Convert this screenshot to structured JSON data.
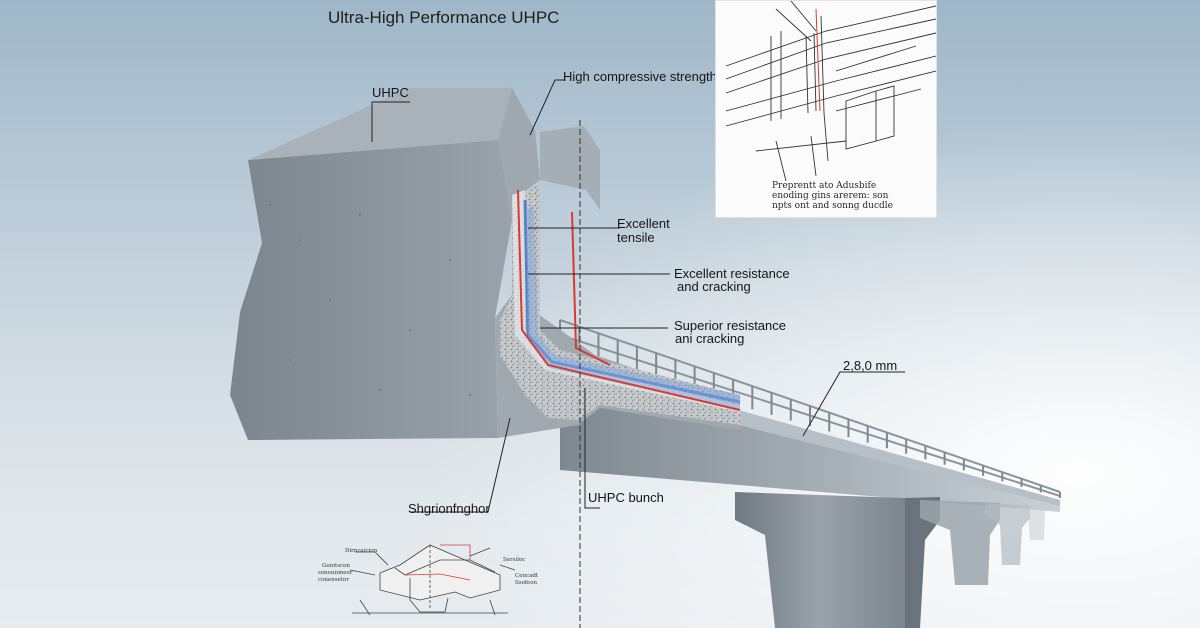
{
  "title": "Ultra-High Performance UHPC",
  "labels": {
    "uhpc": "UHPC",
    "compressive": "High compressive strength",
    "tensile_1": "Excellent",
    "tensile_2": "tensile",
    "resistance_cracking_1": "Excellent resistance",
    "resistance_cracking_2": "and cracking",
    "superior_1": "Superior resistance",
    "superior_2": "ani cracking",
    "dimension": "2,8,0 mm",
    "bunch": "UHPC bunch",
    "strengthening": "Shgrionfnghor"
  },
  "inset": {
    "caption_1": "Preprentt ato Adusbife",
    "caption_2": "enoding gins arerem: son",
    "caption_3": "npts ont and sonng ducdle"
  },
  "mini_diagram": {
    "note_1": "Dirncaicion",
    "note_2": "Gointscon",
    "note_3": "sonounmeor",
    "note_4": "conensetor",
    "note_5": "Sersiloc",
    "note_6": "Cencadt",
    "note_7": "Ssofeon"
  },
  "colors": {
    "sky_top": "#9fb7c9",
    "sky_bottom": "#eef2f4",
    "concrete": "#8b959e",
    "rebar_red": "#d93a32",
    "rebar_blue": "#3c6fc6"
  }
}
